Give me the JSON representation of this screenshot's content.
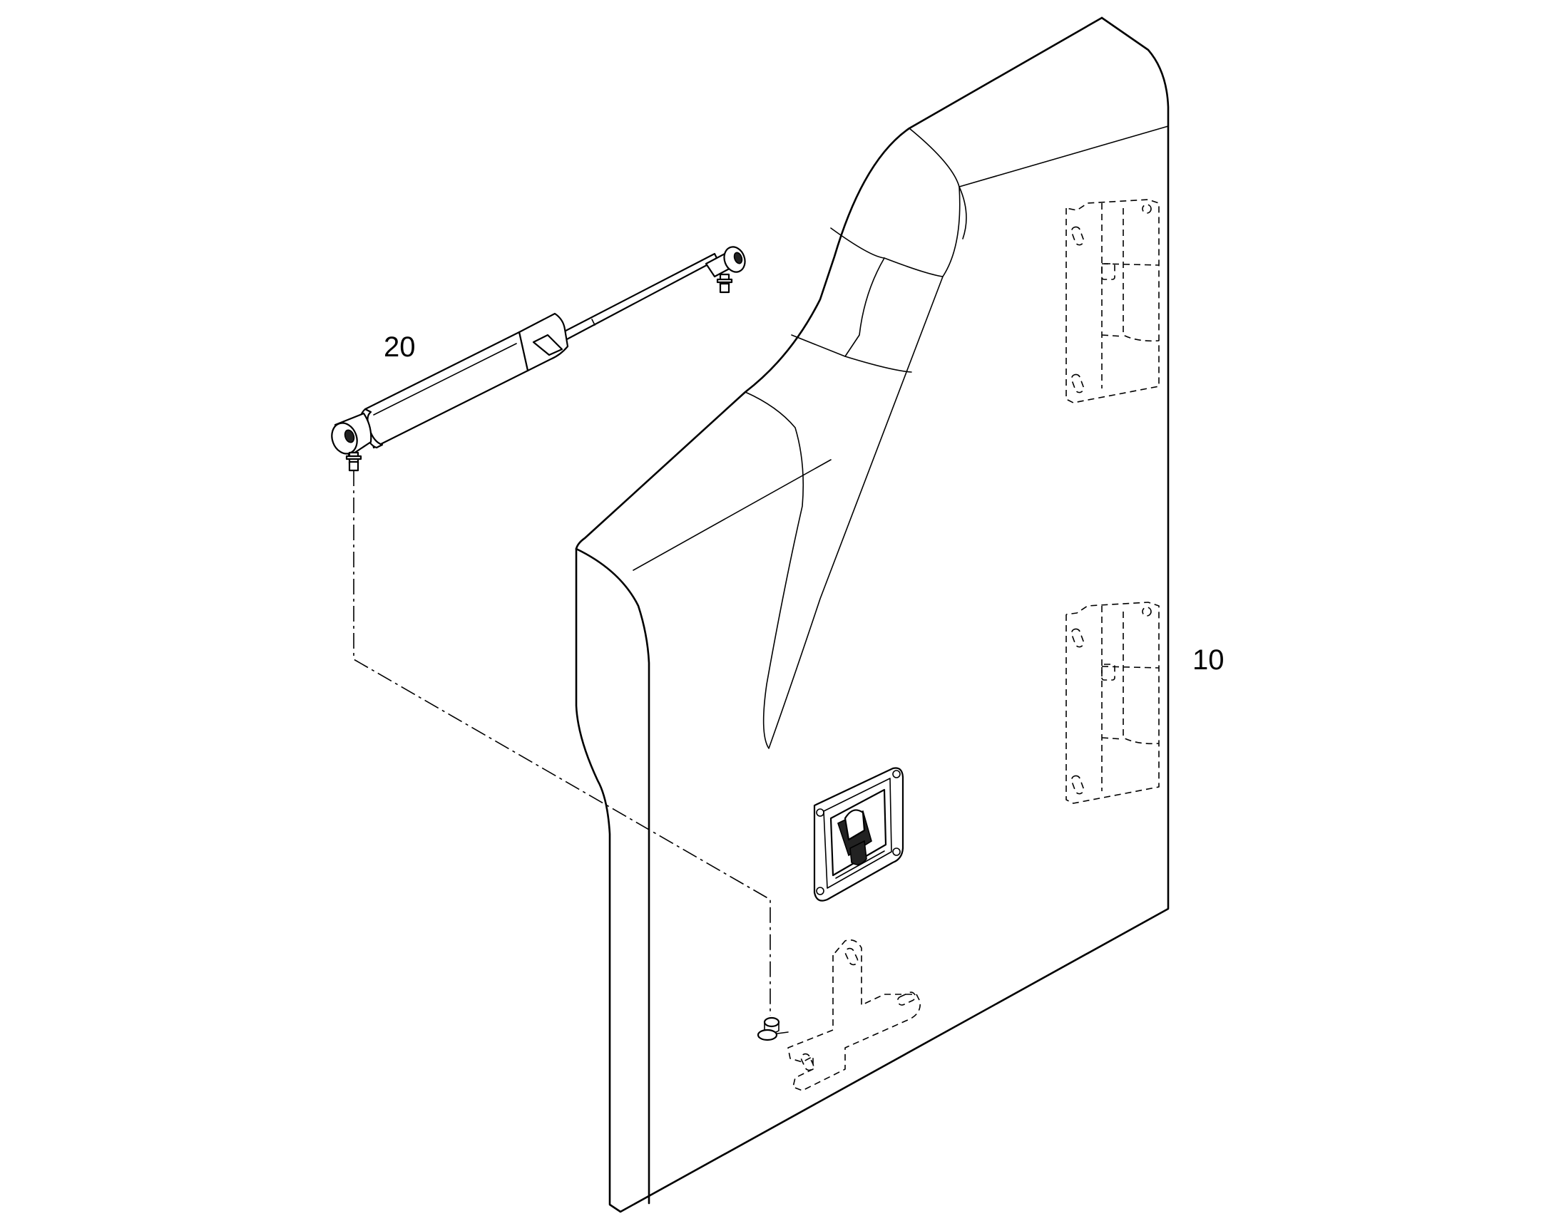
{
  "callouts": {
    "item_20": "20",
    "item_10": "10"
  },
  "parts": [
    {
      "callout": "20",
      "icon": "gas-spring-icon"
    },
    {
      "callout": "10",
      "icon": "door-panel-icon"
    }
  ],
  "colors": {
    "line": "#000000",
    "background": "#ffffff"
  }
}
